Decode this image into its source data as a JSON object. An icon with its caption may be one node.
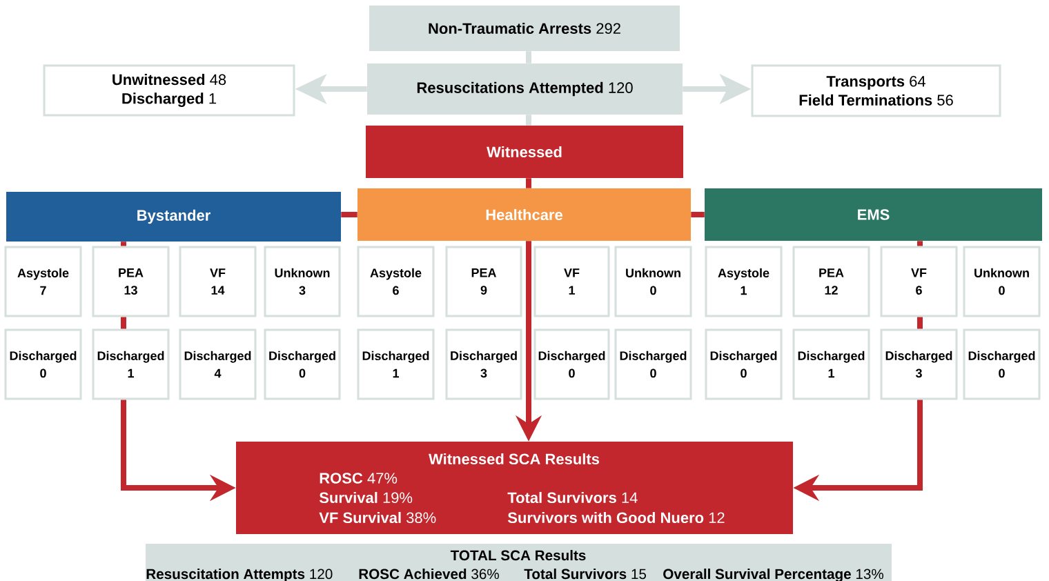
{
  "diagram": {
    "nodes": [
      {
        "text": [
          "**Non-Traumatic Arrests** 292"
        ]
      },
      {
        "text": [
          "**Resuscitations Attempted** 120"
        ]
      },
      {
        "text": [
          "**Unwitnessed** 48",
          "**Discharged** 1"
        ]
      },
      {
        "text": [
          "**Transports** 64",
          "**Field Terminations** 56"
        ]
      },
      {
        "text": [
          "Witnessed"
        ]
      },
      {
        "text": [
          "Bystander"
        ]
      },
      {
        "text": [
          "Healthcare"
        ]
      },
      {
        "text": [
          "EMS"
        ]
      },
      {
        "text": [
          "Asystole",
          "7"
        ]
      },
      {
        "text": [
          "PEA",
          "13"
        ]
      },
      {
        "text": [
          "VF",
          "14"
        ]
      },
      {
        "text": [
          "Unknown",
          "3"
        ]
      },
      {
        "text": [
          "Asystole",
          "6"
        ]
      },
      {
        "text": [
          "PEA",
          "9"
        ]
      },
      {
        "text": [
          "VF",
          "1"
        ]
      },
      {
        "text": [
          "Unknown",
          "0"
        ]
      },
      {
        "text": [
          "Asystole",
          "1"
        ]
      },
      {
        "text": [
          "PEA",
          "12"
        ]
      },
      {
        "text": [
          "VF",
          "6"
        ]
      },
      {
        "text": [
          "Unknown",
          "0"
        ]
      },
      {
        "text": [
          "Discharged",
          "0"
        ]
      },
      {
        "text": [
          "Discharged",
          "1"
        ]
      },
      {
        "text": [
          "Discharged",
          "4"
        ]
      },
      {
        "text": [
          "Discharged",
          "0"
        ]
      },
      {
        "text": [
          "Discharged",
          "1"
        ]
      },
      {
        "text": [
          "Discharged",
          "3"
        ]
      },
      {
        "text": [
          "Discharged",
          "0"
        ]
      },
      {
        "text": [
          "Discharged",
          "0"
        ]
      },
      {
        "text": [
          "Discharged",
          "0"
        ]
      },
      {
        "text": [
          "Discharged",
          "1"
        ]
      },
      {
        "text": [
          "Discharged",
          "3"
        ]
      },
      {
        "text": [
          "Discharged",
          "0"
        ]
      },
      {
        "text": [
          "Witnessed SCA Results",
          "**ROSC** 47%",
          "**Survival** 19%",
          "**VF Survival** 38%",
          "**Total Survivors** 14",
          "**Survivors with Good Nuero** 12"
        ]
      },
      {
        "text": [
          "TOTAL SCA Results",
          "**Resuscitation Attempts** 120",
          "**ROSC Achieved** 36%",
          "**Total Survivors** 15",
          "**Overall Survival Percentage** 13%"
        ]
      }
    ],
    "edges": [
      {
        "from": 0,
        "to": 1,
        "arrow": "none",
        "color": "#d5dfdd"
      },
      {
        "from": 1,
        "to": 2,
        "arrow": "to",
        "color": "#d5dfdd"
      },
      {
        "from": 1,
        "to": 3,
        "arrow": "to",
        "color": "#d5dfdd"
      },
      {
        "from": 1,
        "to": 4,
        "arrow": "none",
        "color": "#d5dfdd"
      },
      {
        "from": 4,
        "to": 6,
        "arrow": "none"
      },
      {
        "from": 6,
        "to": 5,
        "arrow": "none"
      },
      {
        "from": 6,
        "to": 7,
        "arrow": "none"
      },
      {
        "from": 5,
        "to": 9,
        "arrow": "none"
      },
      {
        "from": 9,
        "to": 21,
        "arrow": "none"
      },
      {
        "from": 21,
        "to": 32,
        "arrow": "to"
      },
      {
        "from": 6,
        "to": 32,
        "arrow": "to"
      },
      {
        "from": 7,
        "to": 18,
        "arrow": "none"
      },
      {
        "from": 18,
        "to": 30,
        "arrow": "none"
      },
      {
        "from": 30,
        "to": 32,
        "arrow": "to"
      }
    ]
  }
}
